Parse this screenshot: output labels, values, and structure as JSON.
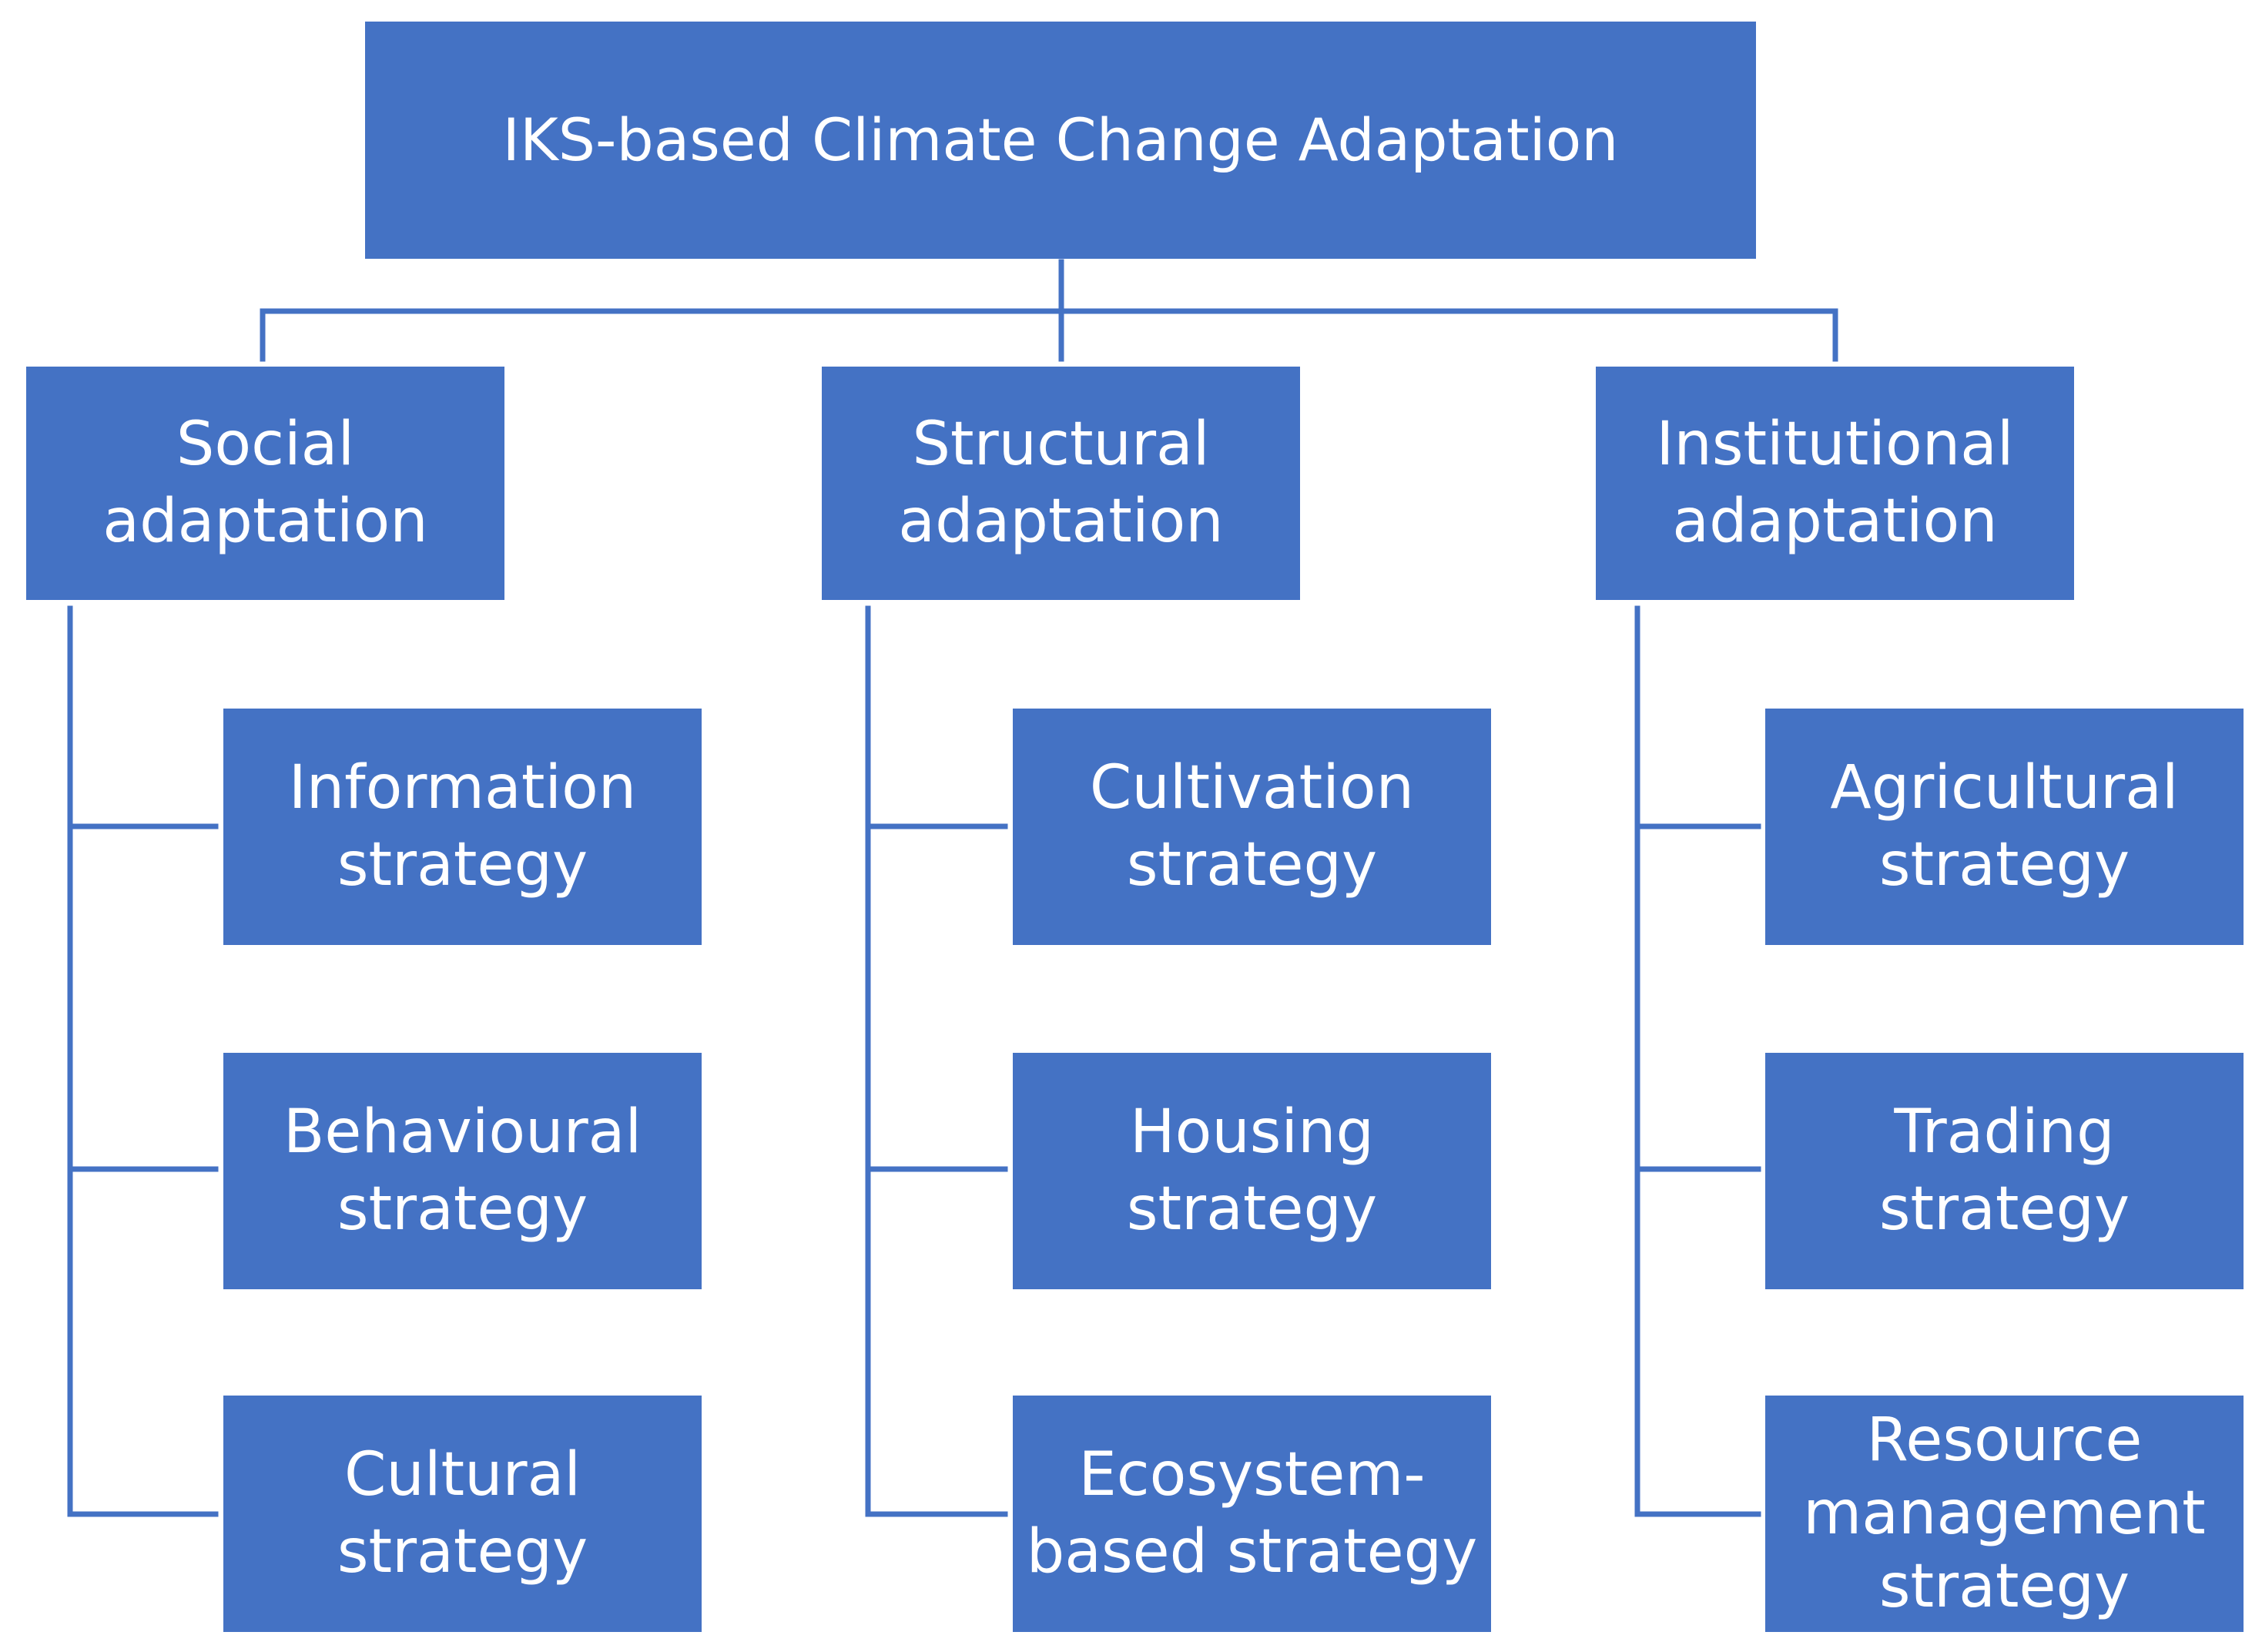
{
  "root": {
    "label": "IKS-based Climate Change Adaptation"
  },
  "categories": [
    {
      "label": "Social\nadaptation",
      "strategies": [
        {
          "label": "Information\nstrategy"
        },
        {
          "label": "Behavioural\nstrategy"
        },
        {
          "label": "Cultural\nstrategy"
        }
      ]
    },
    {
      "label": "Structural\nadaptation",
      "strategies": [
        {
          "label": "Cultivation\nstrategy"
        },
        {
          "label": "Housing\nstrategy"
        },
        {
          "label": "Ecosystem-\nbased strategy"
        }
      ]
    },
    {
      "label": "Institutional\nadaptation",
      "strategies": [
        {
          "label": "Agricultural\nstrategy"
        },
        {
          "label": "Trading\nstrategy"
        },
        {
          "label": "Resource\nmanagement\nstrategy"
        }
      ]
    }
  ],
  "colors": {
    "box_fill": "#4472C4",
    "connector": "#4472C4",
    "text": "#FFFFFF",
    "background": "#FFFFFF"
  }
}
